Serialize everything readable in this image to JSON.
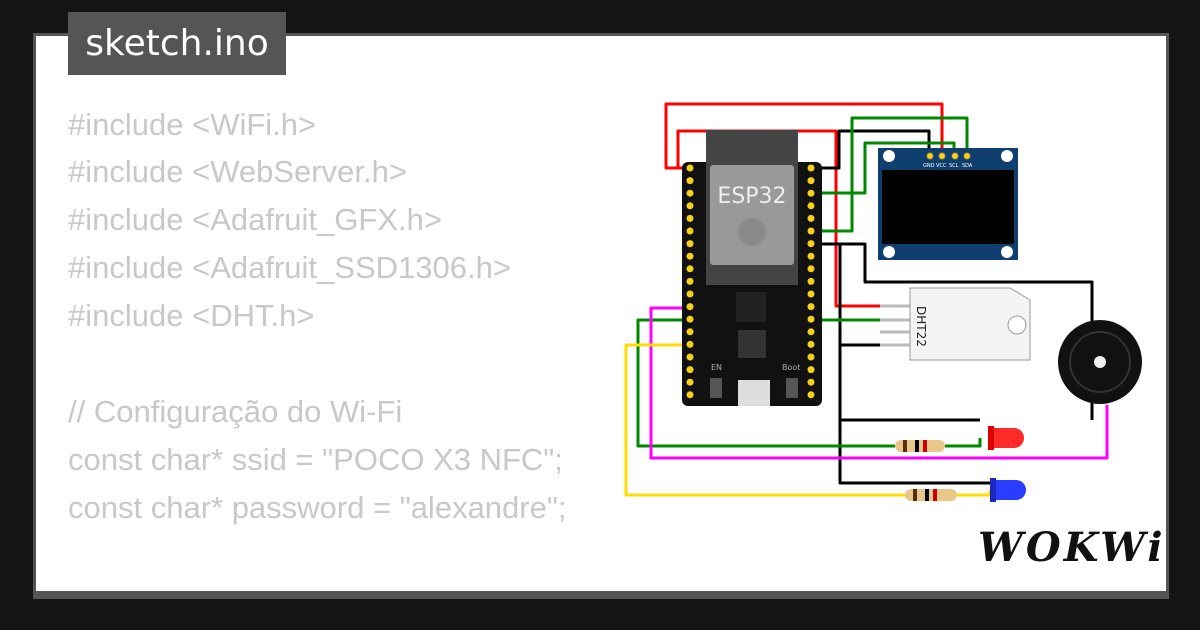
{
  "title": "sketch.ino",
  "code_lines": [
    "#include <WiFi.h>",
    "#include <WebServer.h>",
    "#include <Adafruit_GFX.h>",
    "#include <Adafruit_SSD1306.h>",
    "#include <DHT.h>",
    "",
    "// Configuração do Wi-Fi",
    "const char* ssid = \"POCO X3 NFC\";",
    "const char* password = \"alexandre\";"
  ],
  "circuit": {
    "mcu_label": "ESP32",
    "oled_pins": [
      "GND",
      "VCC",
      "SCL",
      "SDA"
    ],
    "sensor_label": "DHT22",
    "button_labels": [
      "EN",
      "Boot"
    ],
    "led_colors": {
      "red": "#ff2a2a",
      "blue": "#2a3cff"
    }
  },
  "logo": "WOKWi",
  "colors": {
    "background": "#141414",
    "frame": "#555555",
    "code_text": "#c8c8c8"
  }
}
